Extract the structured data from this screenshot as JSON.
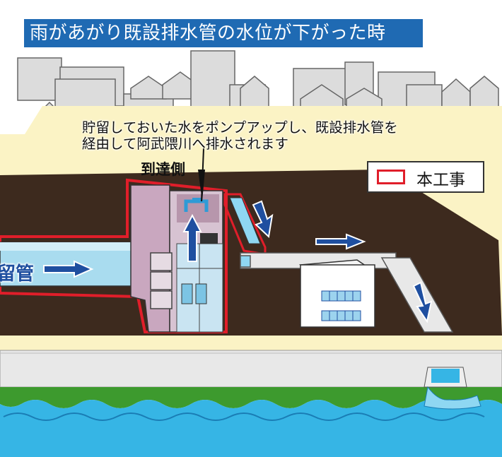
{
  "title": "雨があがり既設排水管の水位が下がった時",
  "caption": {
    "line1": "貯留しておいた水をポンプアップし、既設排水管を",
    "line2": "経由して阿武隈川へ排水されます"
  },
  "arrival_label": "到達側",
  "legend": {
    "label": "本工事",
    "color": "#e01e2a"
  },
  "pipe_label": "留管",
  "colors": {
    "banner": "#1f6ab3",
    "ground": "#3d2a1e",
    "river": "#36b5e5",
    "grass": "#3d9a2e",
    "arrow": "#1f4fa0",
    "construction": "#e01e2a",
    "shaft": "#c9a7bf"
  }
}
